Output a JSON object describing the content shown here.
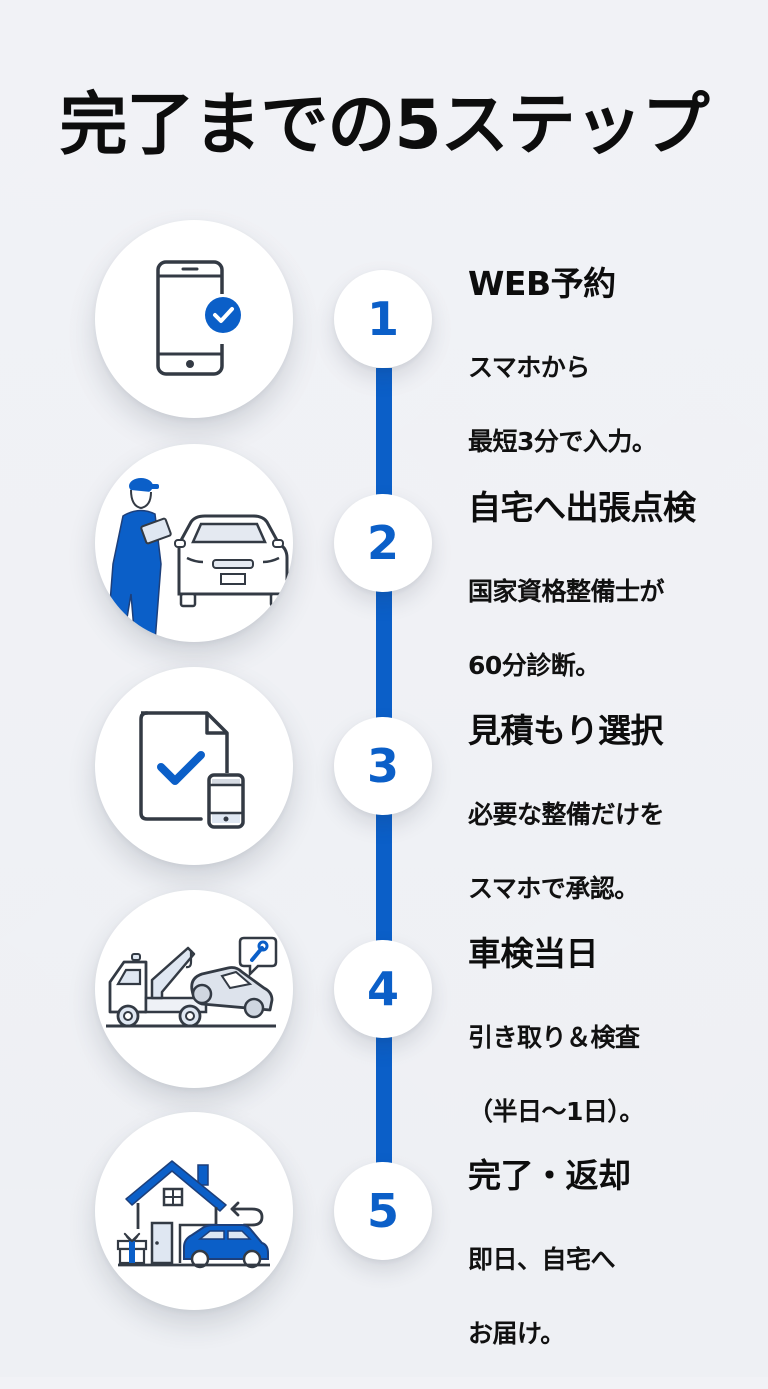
{
  "title": "完了までの5ステップ",
  "colors": {
    "accent": "#0b5fc8",
    "background": "#f0f1f5",
    "text": "#0d0d0d",
    "icon_stroke": "#333a44"
  },
  "steps": [
    {
      "number": "1",
      "title": "WEB予約",
      "desc_line1": "スマホから",
      "desc_line2": "最短3分で入力。",
      "icon": "smartphone-check-icon"
    },
    {
      "number": "2",
      "title": "自宅へ出張点検",
      "desc_line1": "国家資格整備士が",
      "desc_line2": "60分診断。",
      "icon": "mechanic-car-inspection-icon"
    },
    {
      "number": "3",
      "title": "見積もり選択",
      "desc_line1": "必要な整備だけを",
      "desc_line2": "スマホで承認。",
      "icon": "document-check-phone-icon"
    },
    {
      "number": "4",
      "title": "車検当日",
      "desc_line1": "引き取り＆検査",
      "desc_line2": "（半日〜1日）。",
      "icon": "tow-truck-icon"
    },
    {
      "number": "5",
      "title": "完了・返却",
      "desc_line1": "即日、自宅へ",
      "desc_line2": "お届け。",
      "icon": "house-car-return-icon"
    }
  ]
}
